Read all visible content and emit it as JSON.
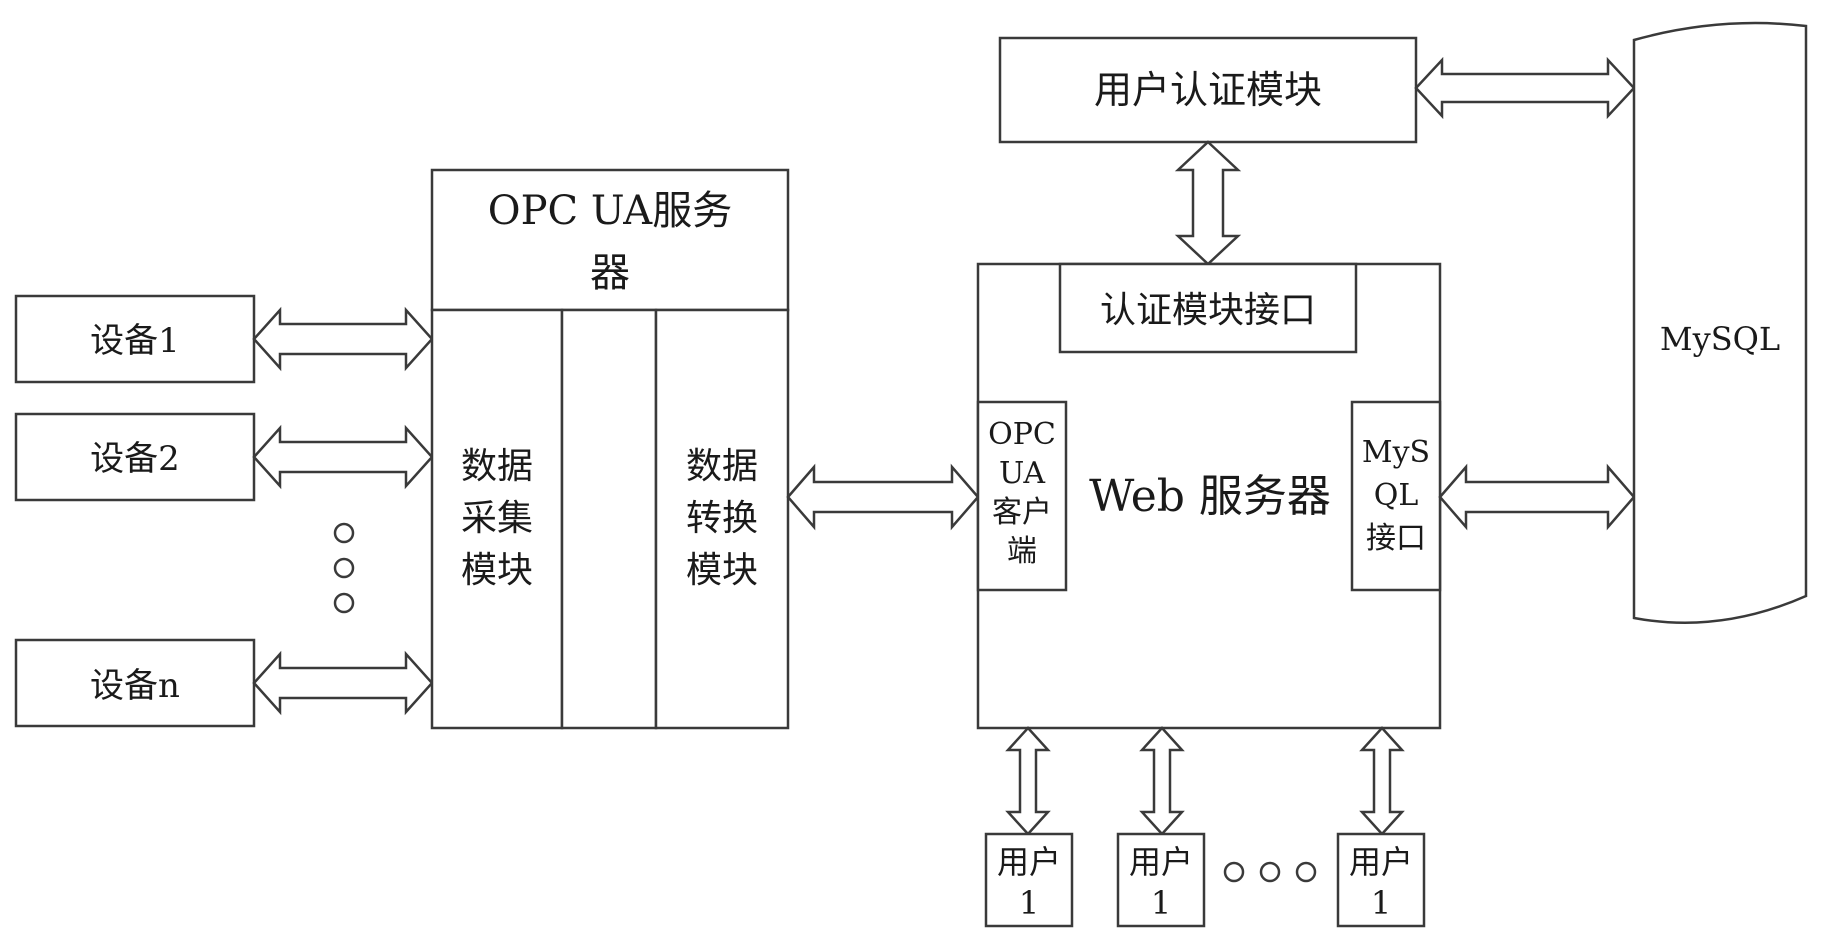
{
  "devices": [
    "设备1",
    "设备2",
    "设备n"
  ],
  "opc_server": {
    "title_line1": "OPC UA服务",
    "title_line2": "器",
    "collect_module": [
      "数据",
      "采集",
      "模块"
    ],
    "convert_module": [
      "数据",
      "转换",
      "模块"
    ]
  },
  "auth_module": "用户认证模块",
  "web_server": {
    "title": "Web 服务器",
    "auth_interface": "认证模块接口",
    "opc_client": [
      "OPC",
      "UA",
      "客户",
      "端"
    ],
    "mysql_interface": [
      "MyS",
      "QL",
      "接口"
    ]
  },
  "database": "MySQL",
  "users": [
    {
      "line1": "用户",
      "line2": "1"
    },
    {
      "line1": "用户",
      "line2": "1"
    },
    {
      "line1": "用户",
      "line2": "1"
    }
  ]
}
